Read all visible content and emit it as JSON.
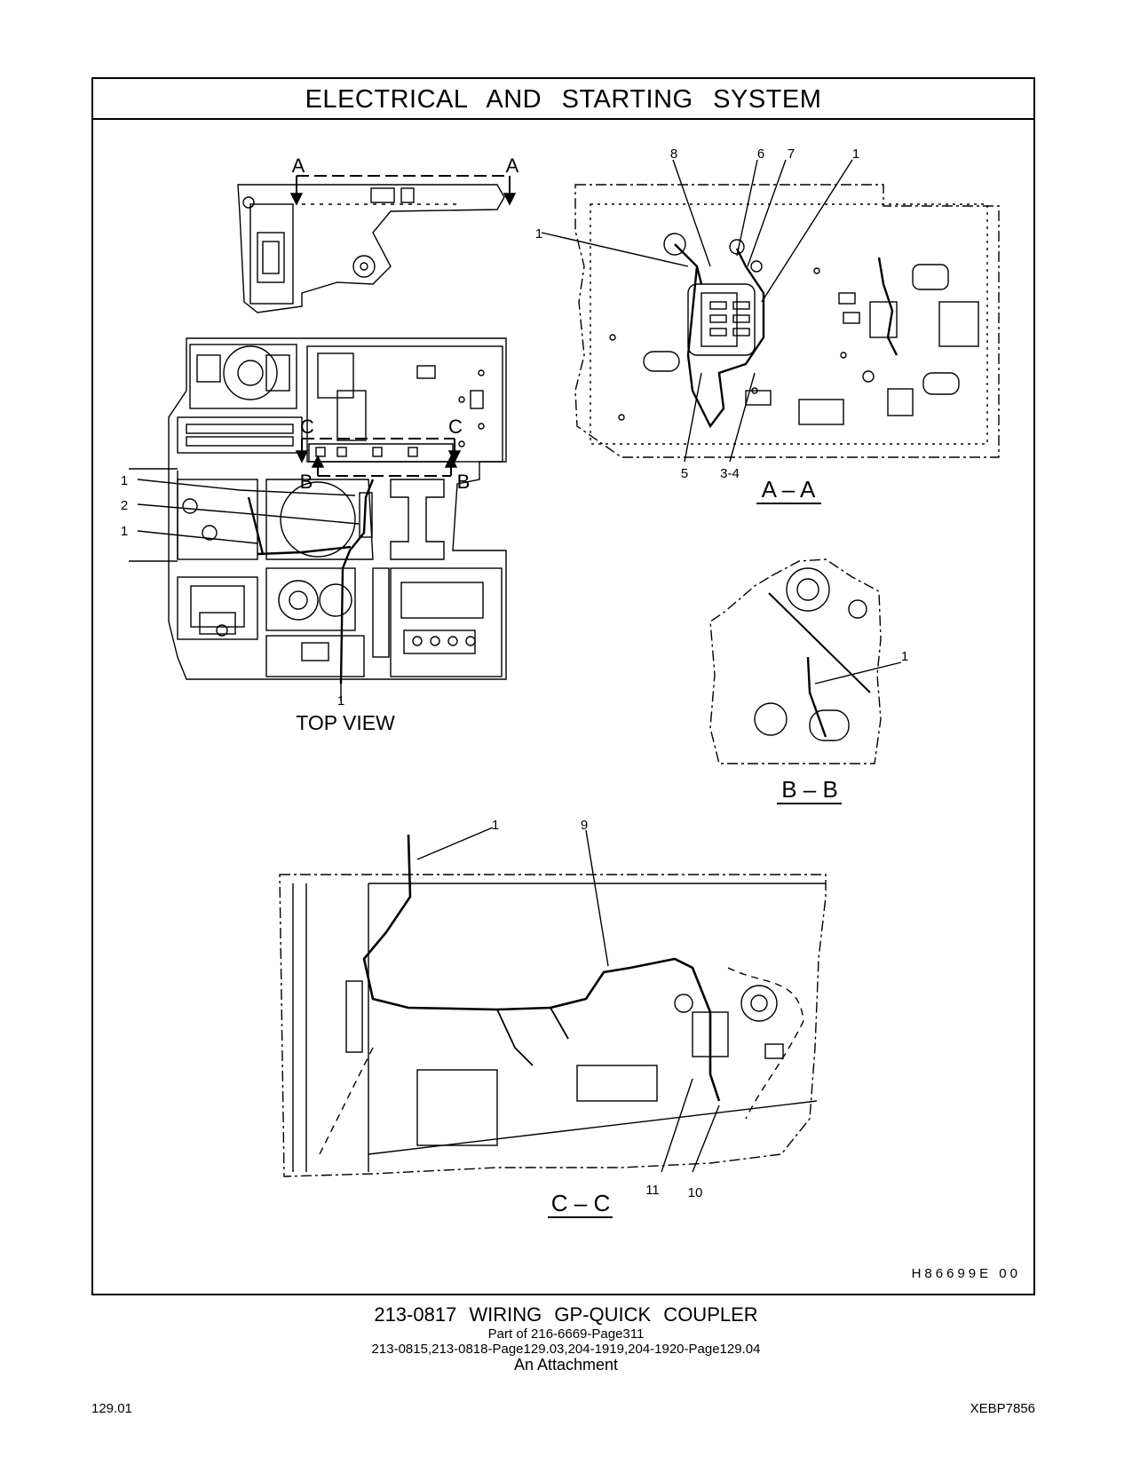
{
  "page": {
    "title": "ELECTRICAL AND STARTING SYSTEM",
    "drawing_id": "H86699E 00",
    "part_title": "213-0817 WIRING GP-QUICK COUPLER",
    "part_of": "Part of 216-6669-Page311",
    "references": "213-0815,213-0818-Page129.03,204-1919,204-1920-Page129.04",
    "attachment_note": "An Attachment",
    "page_number": "129.01",
    "doc_code": "XEBP7856"
  },
  "views": {
    "top_view": {
      "caption": "TOP VIEW",
      "section_markers": [
        "A",
        "A",
        "C",
        "C",
        "B",
        "B"
      ],
      "callouts": [
        "1",
        "2",
        "1",
        "1"
      ]
    },
    "aa": {
      "caption": "A – A",
      "callouts": [
        "8",
        "6",
        "7",
        "1",
        "1",
        "5",
        "3-4"
      ]
    },
    "bb": {
      "caption": "B – B",
      "callouts": [
        "1"
      ]
    },
    "cc": {
      "caption": "C – C",
      "callouts": [
        "1",
        "9",
        "11",
        "10"
      ]
    }
  }
}
